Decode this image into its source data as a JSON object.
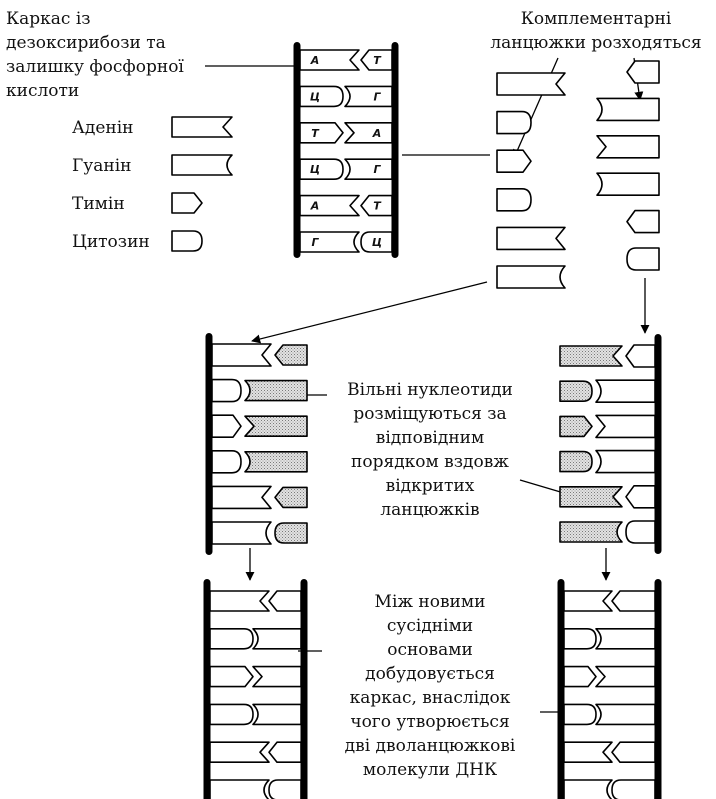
{
  "labels": {
    "backbone": [
      "Каркас із",
      "дезоксирибози та",
      "залишку фосфорної",
      "кислоти"
    ],
    "separate": [
      "Комплементарні",
      "ланцюжки розходяться"
    ],
    "free": [
      "Вільні нуклеотиди",
      "розміщуються за",
      "відповідним",
      "порядком вздовж",
      "відкритих",
      "ланцюжків"
    ],
    "build": [
      "Між новими",
      "сусідніми",
      "основами",
      "добудовується",
      "каркас, внаслідок",
      "чого утворюється",
      "дві дволанцюжкові",
      "молекули ДНК"
    ]
  },
  "legend": [
    {
      "name": "Аденін",
      "shape": "adenine"
    },
    {
      "name": "Гуанін",
      "shape": "guanine"
    },
    {
      "name": "Тимін",
      "shape": "thymine"
    },
    {
      "name": "Цитозин",
      "shape": "cytosine"
    }
  ],
  "parent_pairs": [
    {
      "left": "А",
      "left_shape": "adenine",
      "right": "Т",
      "right_shape": "thymine"
    },
    {
      "left": "Ц",
      "left_shape": "cytosine",
      "right": "Г",
      "right_shape": "guanine"
    },
    {
      "left": "Т",
      "left_shape": "thymine",
      "right": "А",
      "right_shape": "adenine"
    },
    {
      "left": "Ц",
      "left_shape": "cytosine",
      "right": "Г",
      "right_shape": "guanine"
    },
    {
      "left": "А",
      "left_shape": "adenine",
      "right": "Т",
      "right_shape": "thymine"
    },
    {
      "left": "Г",
      "left_shape": "guanine",
      "right": "Ц",
      "right_shape": "cytosine"
    }
  ],
  "colors": {
    "ink": "#000000",
    "new_nucleotide_fill": "#c8c8c8"
  }
}
